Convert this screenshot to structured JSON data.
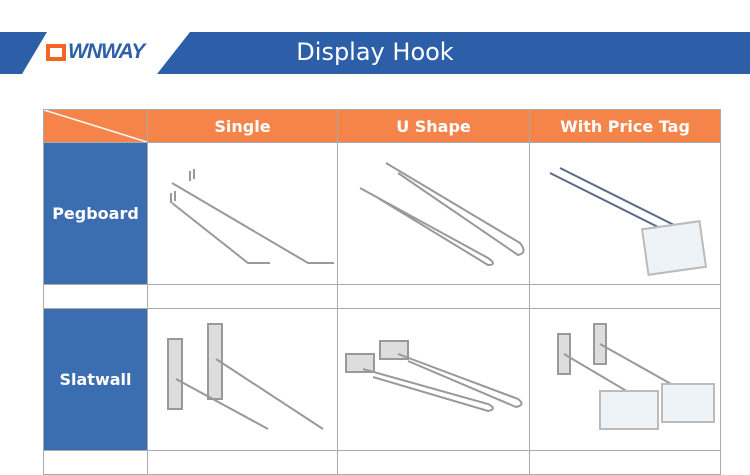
{
  "brand": {
    "logo_text": "WNWAY",
    "logo_mark": "O",
    "colors": {
      "blue": "#2d5fa8",
      "orange": "#f4844a"
    }
  },
  "header": {
    "title": "Display Hook"
  },
  "table": {
    "columns": [
      "Single",
      "U Shape",
      "With Price Tag"
    ],
    "rows": [
      {
        "label": "Pegboard"
      },
      {
        "label": "Slatwall"
      }
    ]
  }
}
